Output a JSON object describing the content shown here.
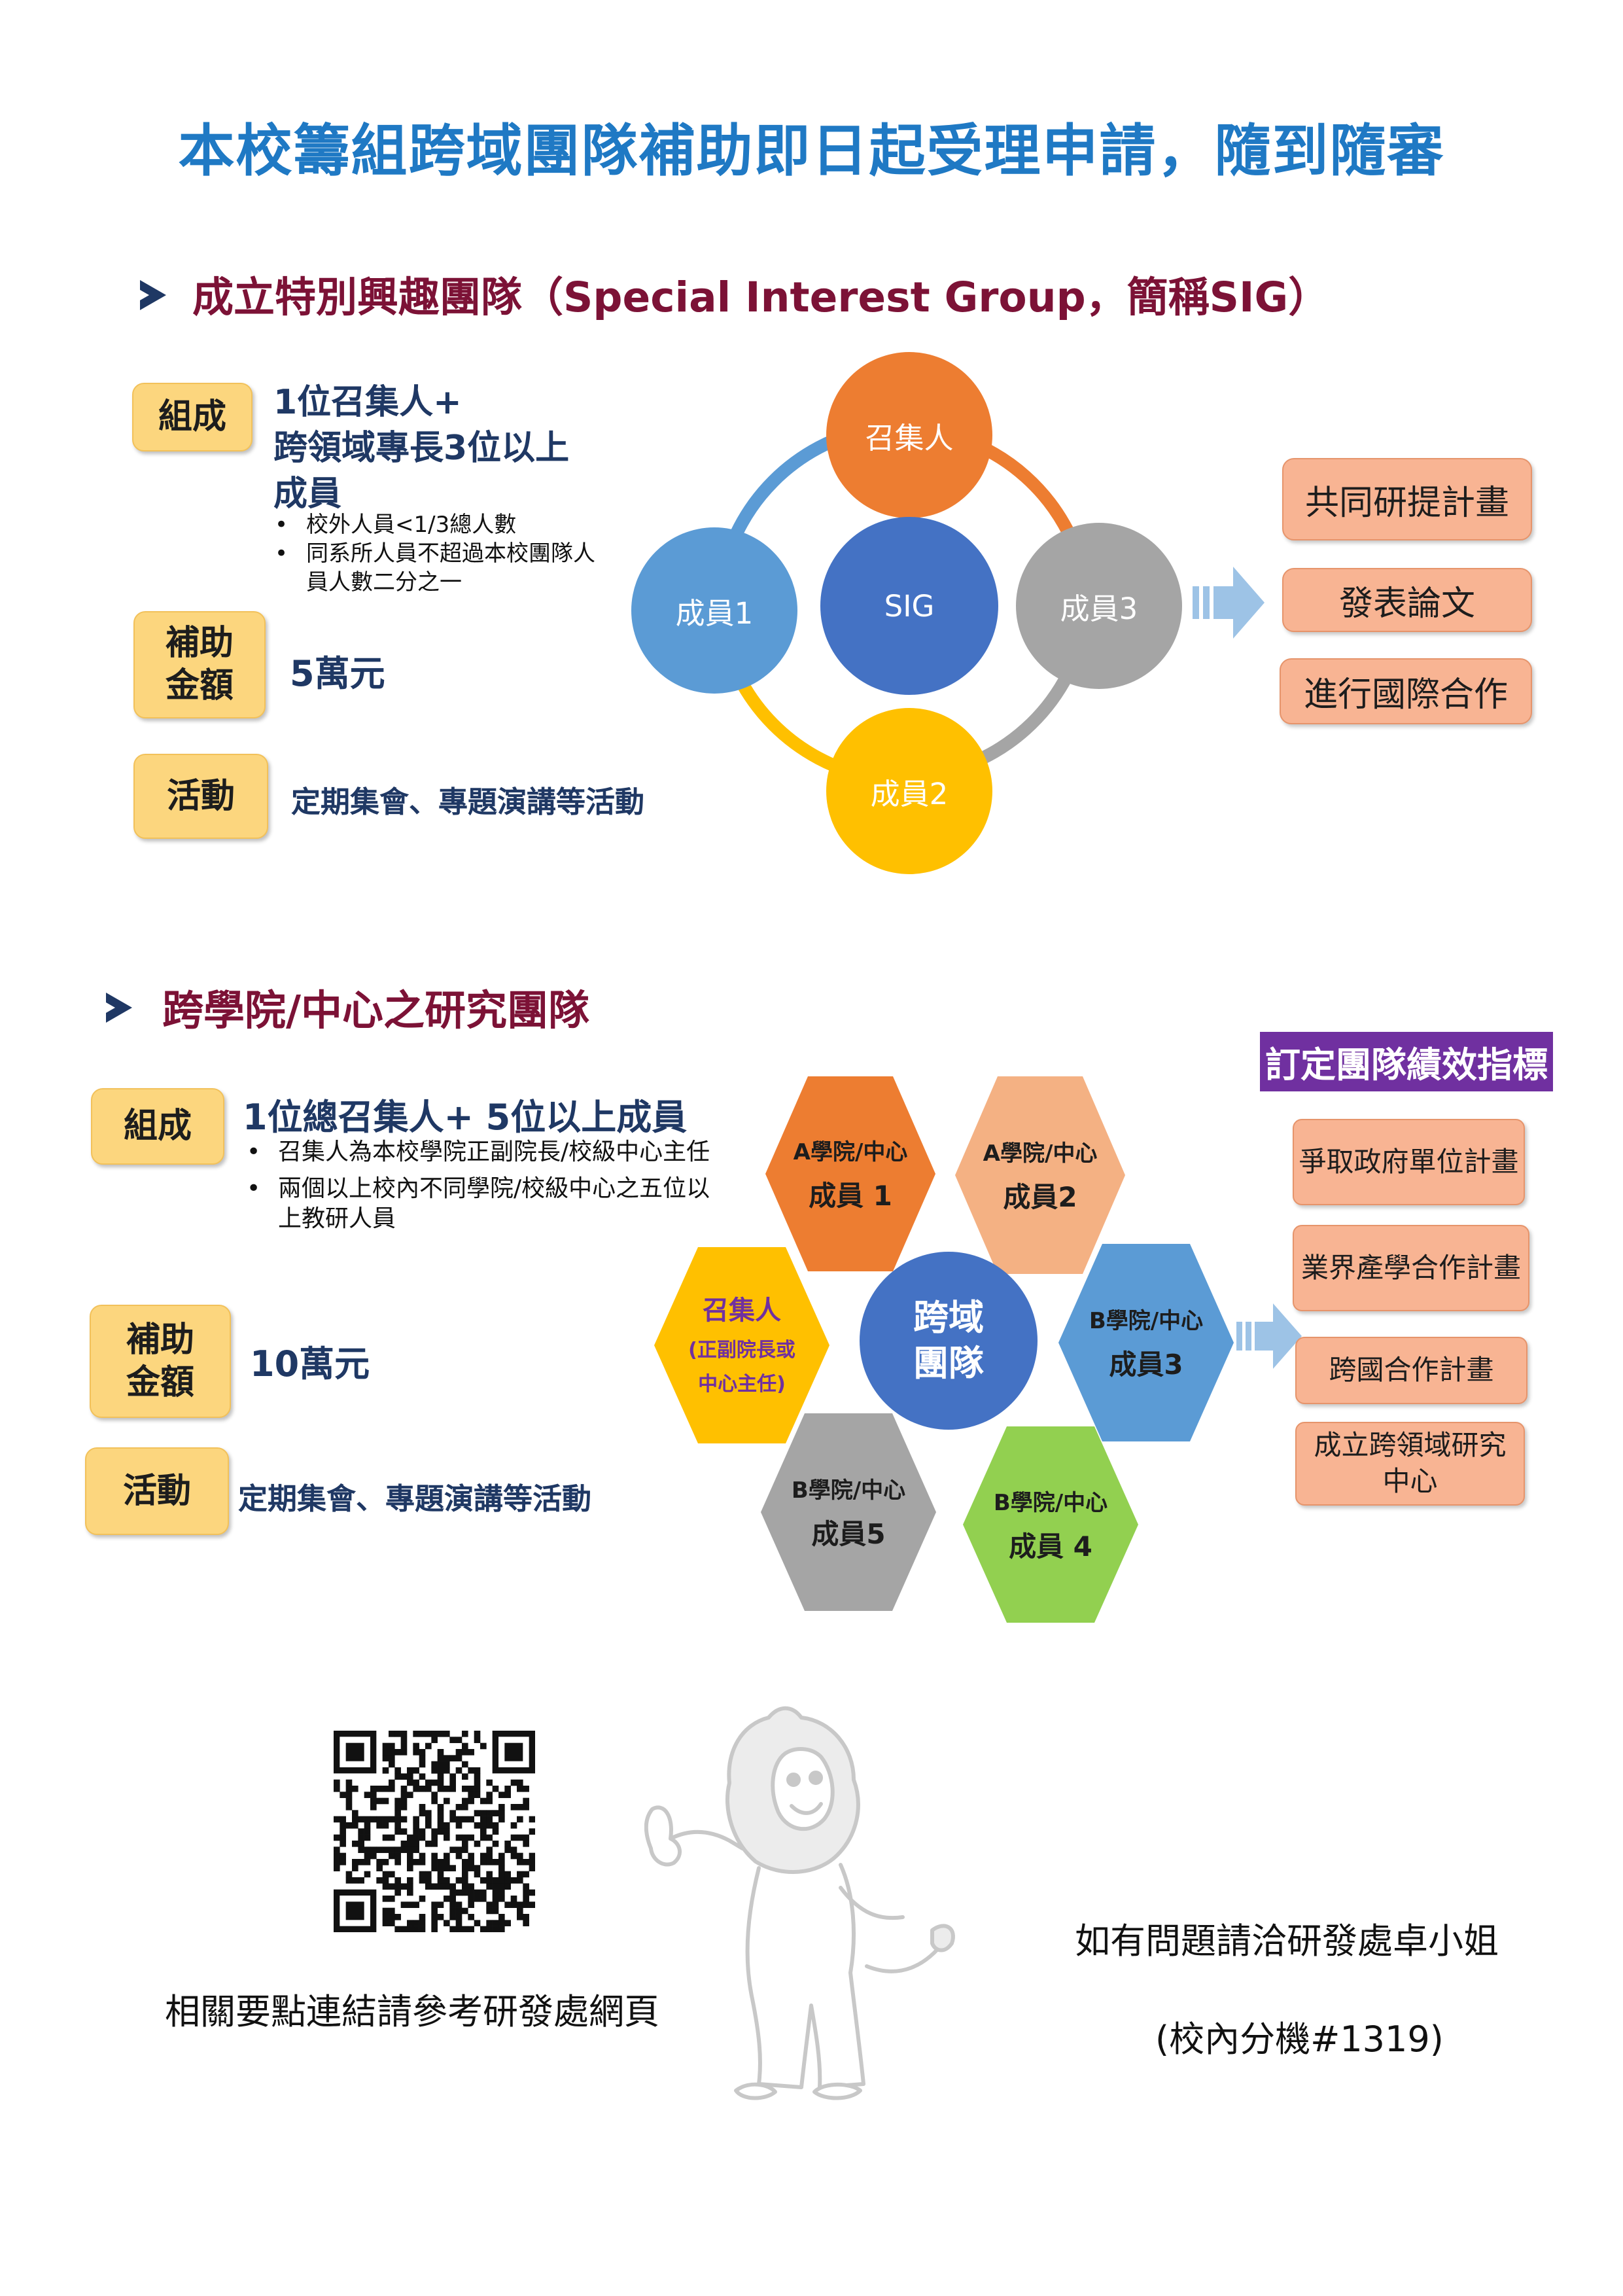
{
  "title": "本校籌組跨域團隊補助即日起受理申請，隨到隨審",
  "section1": {
    "heading": "成立特別興趣團隊（Special Interest Group，簡稱SIG）",
    "composition_label": "組成",
    "composition_lines": [
      "1位召集人+",
      "跨領域專長3位以上",
      "成員"
    ],
    "composition_notes": [
      "校外人員<1/3總人數",
      "同系所人員不超過本校團隊人員人數二分之一"
    ],
    "funding_label": "補助金額",
    "funding_value": "5萬元",
    "activity_label": "活動",
    "activity_value": "定期集會、專題演講等活動",
    "diagram": {
      "center": "SIG",
      "top": "召集人",
      "right": "成員3",
      "bottom": "成員2",
      "left": "成員1"
    },
    "outcomes": [
      "共同研提計畫",
      "發表論文",
      "進行國際合作"
    ]
  },
  "section2": {
    "heading": "跨學院/中心之研究團隊",
    "composition_label": "組成",
    "composition_line": "1位總召集人+ 5位以上成員",
    "composition_notes": [
      "召集人為本校學院正副院長/校級中心主任",
      "兩個以上校內不同學院/校級中心之五位以上教研人員"
    ],
    "funding_label": "補助金額",
    "funding_value": "10萬元",
    "activity_label": "活動",
    "activity_value": "定期集會、專題演講等活動",
    "kpi_label": "訂定團隊績效指標",
    "hexagons": {
      "center": "跨域團隊",
      "convener_title": "召集人",
      "convener_note": "(正副院長或中心主任)",
      "a1_unit": "A學院/中心",
      "a1_member": "成員 1",
      "a2_unit": "A學院/中心",
      "a2_member": "成員2",
      "b3_unit": "B學院/中心",
      "b3_member": "成員3",
      "b4_unit": "B學院/中心",
      "b4_member": "成員 4",
      "b5_unit": "B學院/中心",
      "b5_member": "成員5"
    },
    "outcomes": [
      "爭取政府單位計畫",
      "業界產學合作計畫",
      "跨國合作計畫",
      "成立跨領域研究中心"
    ]
  },
  "footer": {
    "qr_caption": "相關要點連結請參考研發處網頁",
    "contact_line1": "如有問題請洽研發處卓小姐",
    "contact_line2": "(校內分機#1319)"
  },
  "colors": {
    "title_blue": "#1f79c4",
    "heading_maroon": "#7c1236",
    "pill_gold": "#fcd67e",
    "outcome_salmon": "#f8b493",
    "kpi_purple": "#7030a0"
  }
}
